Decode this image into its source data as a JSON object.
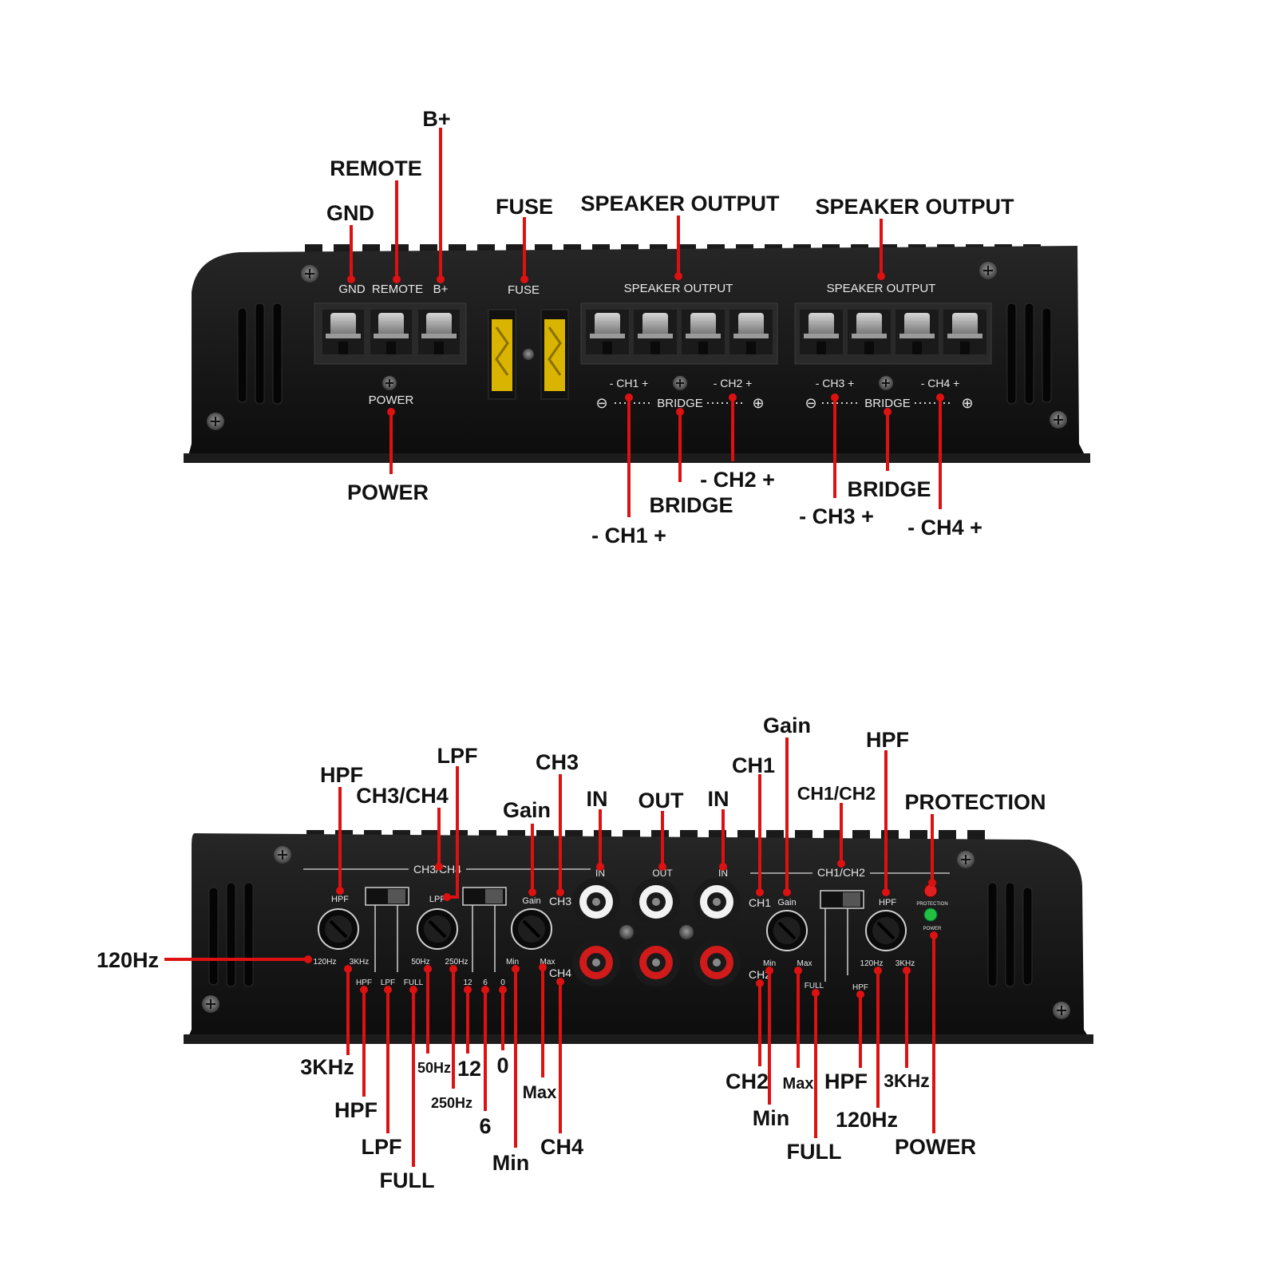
{
  "colors": {
    "accent": "#dd1111",
    "chassis": "#141414",
    "fuse": "#d9b400",
    "rca_red": "#d11a1a",
    "rca_white": "#f2f2f2",
    "led_red": "#e02020",
    "led_green": "#22c040"
  },
  "icons": {
    "screw": "screw-icon",
    "terminal": "terminal-block-icon",
    "fuse": "fuse-icon",
    "rca": "rca-jack-icon",
    "knob": "knob-icon",
    "switch": "slide-switch-icon",
    "led": "led-icon"
  },
  "top_panel": {
    "printed": {
      "gnd": "GND",
      "remote": "REMOTE",
      "bplus": "B+",
      "fuse": "FUSE",
      "speaker_output_1": "SPEAKER OUTPUT",
      "speaker_output_2": "SPEAKER OUTPUT",
      "power": "POWER",
      "ch1": "-  CH1  +",
      "ch2": "-  CH2  +",
      "ch3": "-  CH3  +",
      "ch4": "-  CH4  +",
      "bridge_1": "BRIDGE",
      "bridge_2": "BRIDGE",
      "minus_1": "⊖",
      "plus_1": "⊕",
      "minus_2": "⊖",
      "plus_2": "⊕"
    },
    "callouts": {
      "bplus": "B+",
      "remote": "REMOTE",
      "gnd": "GND",
      "fuse": "FUSE",
      "speaker_output_1": "SPEAKER OUTPUT",
      "speaker_output_2": "SPEAKER OUTPUT",
      "power": "POWER",
      "ch2": "- CH2 +",
      "bridge_1": "BRIDGE",
      "ch1": "- CH1 +",
      "bridge_2": "BRIDGE",
      "ch3": "- CH3 +",
      "ch4": "- CH4 +"
    }
  },
  "bottom_panel": {
    "printed": {
      "ch34": "CH3/CH4",
      "ch12": "CH1/CH2",
      "in_left": "IN",
      "out": "OUT",
      "in_right": "IN",
      "hpf_left": "HPF",
      "hz120_left": "120Hz",
      "khz3_left": "3KHz",
      "sw_hpf": "HPF",
      "sw_lpf": "LPF",
      "sw_full": "FULL",
      "lpf": "LPF",
      "hz50": "50Hz",
      "hz250": "250Hz",
      "db12": "12",
      "db6": "6",
      "db0": "0",
      "gain_left": "Gain",
      "min_left": "Min",
      "max_left": "Max",
      "ch3": "CH3",
      "ch4": "CH4",
      "ch1": "CH1",
      "ch2": "CH2",
      "gain_right": "Gain",
      "min_right": "Min",
      "max_right": "Max",
      "full_right": "FULL",
      "hpf_sw_right": "HPF",
      "hpf_right": "HPF",
      "hz120_right": "120Hz",
      "khz3_right": "3KHz",
      "protection": "PROTECTION",
      "power": "POWER"
    },
    "callouts": {
      "hpf_top_left": "HPF",
      "ch34": "CH3/CH4",
      "lpf": "LPF",
      "gain_left": "Gain",
      "ch3": "CH3",
      "in_left": "IN",
      "out": "OUT",
      "in_right": "IN",
      "ch1": "CH1",
      "gain_right": "Gain",
      "ch12": "CH1/CH2",
      "hpf_top_right": "HPF",
      "protection": "PROTECTION",
      "hz120_left": "120Hz",
      "khz3_left": "3KHz",
      "hpf_sw_left": "HPF",
      "lpf_sw": "LPF",
      "full_left": "FULL",
      "hz50": "50Hz",
      "hz250": "250Hz",
      "db12": "12",
      "db6": "6",
      "db0": "0",
      "max_left": "Max",
      "min_left": "Min",
      "ch4": "CH4",
      "ch2": "CH2",
      "min_right": "Min",
      "max_right": "Max",
      "full_right": "FULL",
      "hpf_sw_right": "HPF",
      "hz120_right": "120Hz",
      "khz3_right": "3KHz",
      "power": "POWER"
    }
  }
}
